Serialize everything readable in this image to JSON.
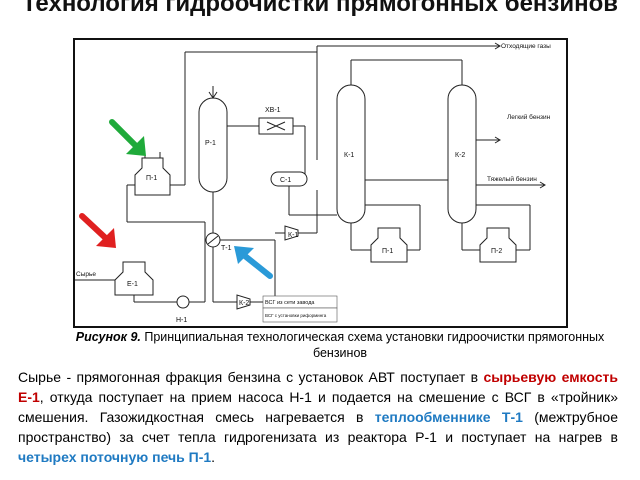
{
  "title": "Технология гидроочистки прямогонных бензинов",
  "diagram": {
    "labels": {
      "r1": "Р-1",
      "p1_left": "П-1",
      "e1": "Е-1",
      "h1": "Н-1",
      "t1": "Т-1",
      "xv1": "ХВ-1",
      "s1": "С-1",
      "k1_comp": "К-1",
      "k2_comp": "К-2",
      "k1": "К-1",
      "k2": "К-2",
      "p1_right": "П-1",
      "p2": "П-2",
      "feed": "Сырье",
      "vsg_plant": "ВСГ из сети завода",
      "vsg_reform": "ВСГ с установки риформинга",
      "off_gas": "Отходящие газы",
      "light_naphtha": "Легкий бензин",
      "heavy_naphtha": "Тяжелый бензин"
    }
  },
  "caption": {
    "lead": "Рисунок 9.",
    "text": " Принципиальная технологическая схема установки гидроочистки прямогонных бензинов"
  },
  "body": {
    "p1": "Сырье - прямогонная фракция бензина с установок АВТ поступает в ",
    "h1": "сырьевую емкость Е-1",
    "p2": ", откуда поступает на прием насоса Н-1 и подается на смешение с ВСГ в «тройник» смешения. Газожидкостная смесь нагревается в ",
    "h2": "теплообменнике Т-1",
    "p3": " (межтрубное пространство) за счет тепла гидрогенизата из реактора Р-1 и поступает на нагрев в ",
    "h3": "четырех поточную печь П-1",
    "p4": "."
  },
  "colors": {
    "red_arrow": "#e02020",
    "green_arrow": "#1faa3a",
    "blue_arrow": "#2a9ad8",
    "highlight_red": "#c00000",
    "highlight_blue": "#1f7ac2"
  }
}
